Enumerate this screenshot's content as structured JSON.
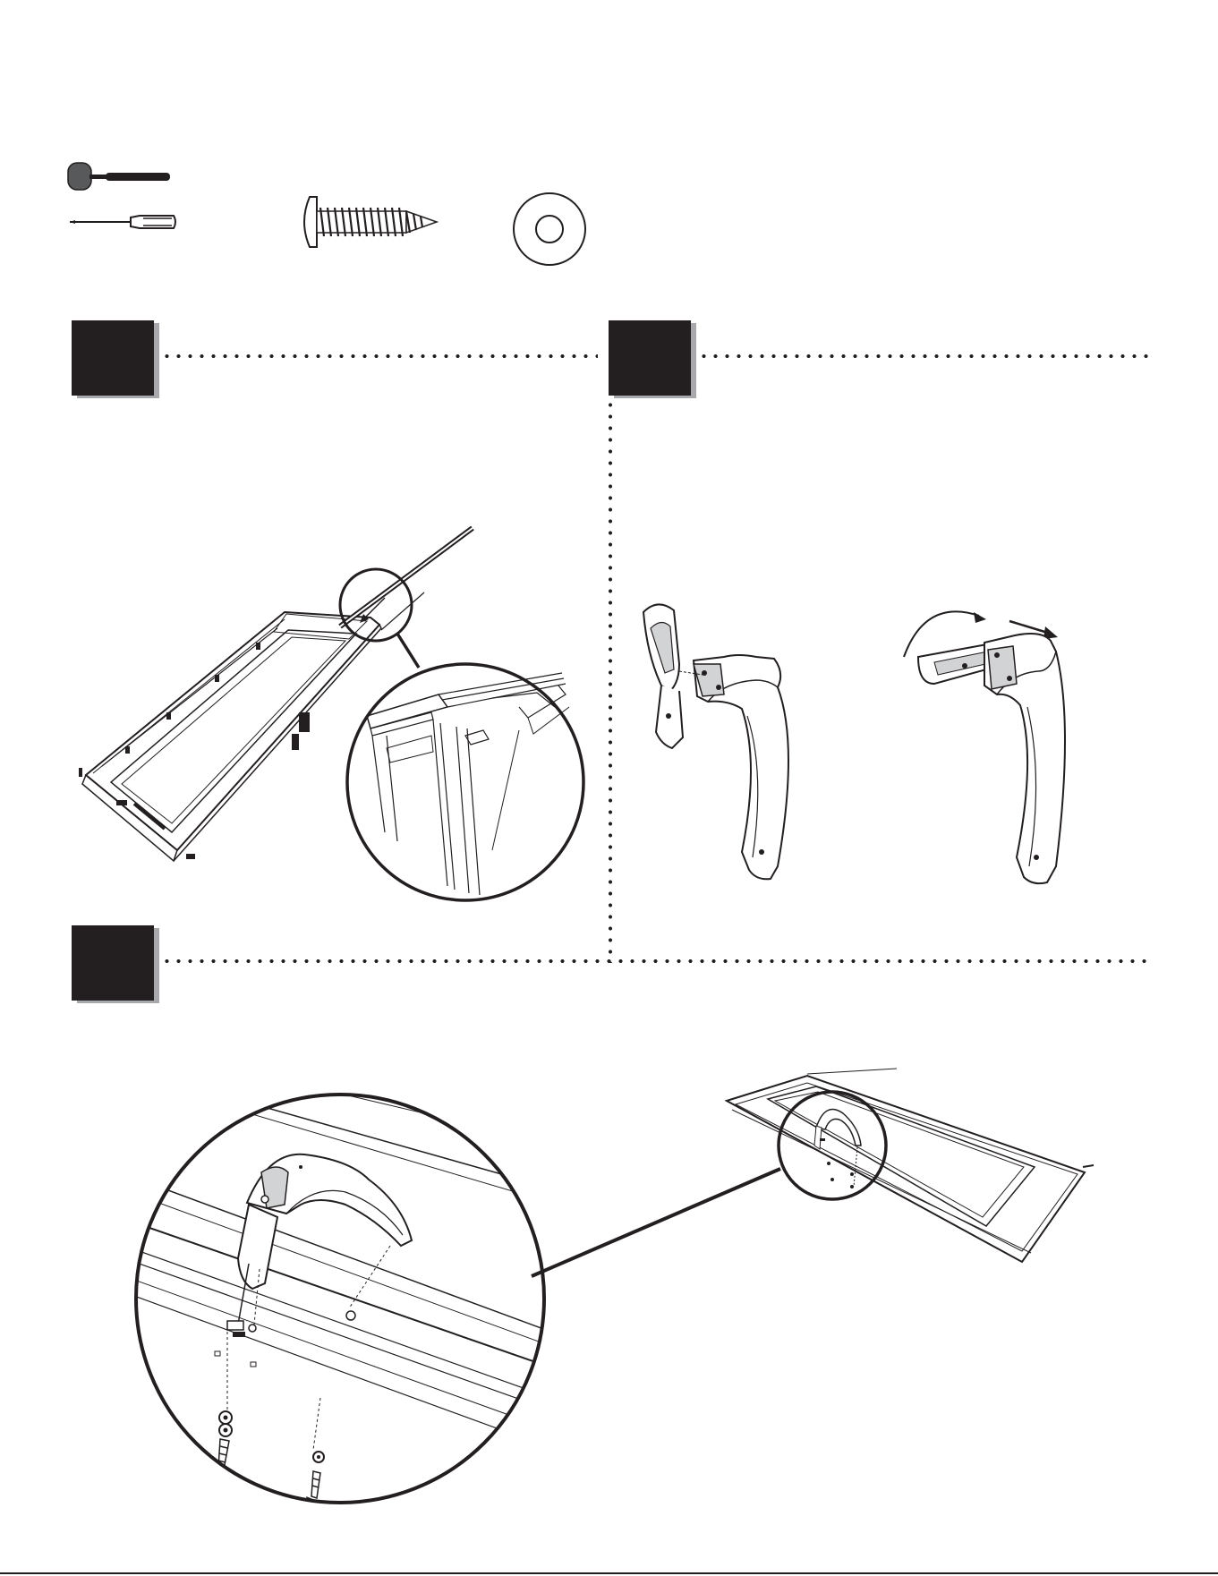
{
  "steps": [
    {
      "id": "step-a",
      "number": ""
    },
    {
      "id": "step-b",
      "number": ""
    },
    {
      "id": "step-c",
      "number": ""
    }
  ],
  "tools": [
    {
      "name": "rubber-mallet-icon"
    },
    {
      "name": "screwdriver-icon"
    }
  ],
  "hardware": [
    {
      "name": "screw-icon"
    },
    {
      "name": "washer-icon"
    }
  ],
  "colors": {
    "ink": "#231f20",
    "shadow": "#a7a9ac",
    "paper": "#ffffff"
  }
}
